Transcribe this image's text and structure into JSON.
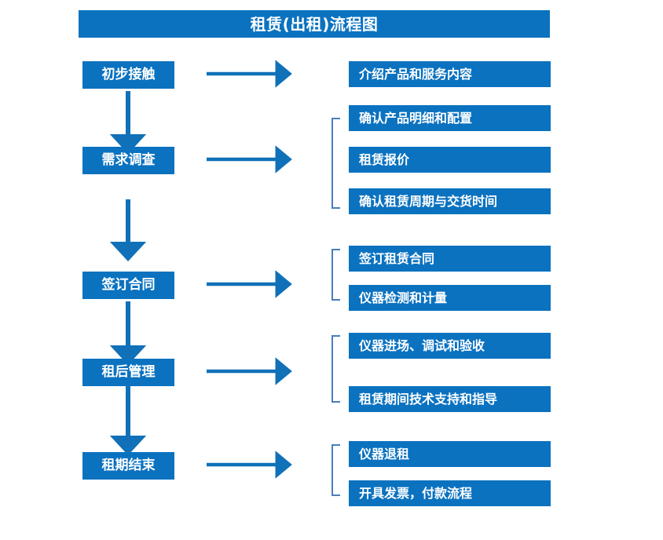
{
  "header": {
    "title": "租赁(出租)流程图"
  },
  "colors": {
    "box_fill": "#0b72c0",
    "box_text": "#ffffff",
    "arrow_vertical": "#1071b8",
    "arrow_horizontal": "#1071b8",
    "bracket": "#4a7ebb",
    "page_background": "#ffffff"
  },
  "flow": {
    "stages": [
      {
        "id": "stage-1",
        "label": "初步接触",
        "details": [
          "介绍产品和服务内容"
        ],
        "has_bracket": false,
        "has_arrow_to_details": true,
        "has_arrow_to_next": true
      },
      {
        "id": "stage-2",
        "label": "需求调查",
        "details": [
          "确认产品明细和配置",
          "租赁报价",
          "确认租赁周期与交货时间"
        ],
        "has_bracket": true,
        "has_arrow_to_details": true,
        "has_arrow_to_next": true
      },
      {
        "id": "stage-3",
        "label": "签订合同",
        "details": [
          "签订租赁合同",
          "仪器检测和计量"
        ],
        "has_bracket": true,
        "has_arrow_to_details": true,
        "has_arrow_to_next": true
      },
      {
        "id": "stage-4",
        "label": "租后管理",
        "details": [
          "仪器进场、调试和验收",
          "租赁期间技术支持和指导"
        ],
        "has_bracket": true,
        "has_arrow_to_details": true,
        "has_arrow_to_next": true
      },
      {
        "id": "stage-5",
        "label": "租期结束",
        "details": [
          "仪器退租",
          "开具发票，付款流程"
        ],
        "has_bracket": true,
        "has_arrow_to_details": true,
        "has_arrow_to_next": false
      }
    ]
  },
  "chart_data": {
    "type": "diagram",
    "title": "租赁(出租)流程图",
    "diagram_kind": "flowchart",
    "orientation": "vertical-with-branches",
    "nodes": [
      {
        "id": "stage-1",
        "level": "stage",
        "text": "初步接触"
      },
      {
        "id": "d-1-1",
        "level": "detail",
        "text": "介绍产品和服务内容",
        "parent": "stage-1"
      },
      {
        "id": "stage-2",
        "level": "stage",
        "text": "需求调查"
      },
      {
        "id": "d-2-1",
        "level": "detail",
        "text": "确认产品明细和配置",
        "parent": "stage-2"
      },
      {
        "id": "d-2-2",
        "level": "detail",
        "text": "租赁报价",
        "parent": "stage-2"
      },
      {
        "id": "d-2-3",
        "level": "detail",
        "text": "确认租赁周期与交货时间",
        "parent": "stage-2"
      },
      {
        "id": "stage-3",
        "level": "stage",
        "text": "签订合同"
      },
      {
        "id": "d-3-1",
        "level": "detail",
        "text": "签订租赁合同",
        "parent": "stage-3"
      },
      {
        "id": "d-3-2",
        "level": "detail",
        "text": "仪器检测和计量",
        "parent": "stage-3"
      },
      {
        "id": "stage-4",
        "level": "stage",
        "text": "租后管理"
      },
      {
        "id": "d-4-1",
        "level": "detail",
        "text": "仪器进场、调试和验收",
        "parent": "stage-4"
      },
      {
        "id": "d-4-2",
        "level": "detail",
        "text": "租赁期间技术支持和指导",
        "parent": "stage-4"
      },
      {
        "id": "stage-5",
        "level": "stage",
        "text": "租期结束"
      },
      {
        "id": "d-5-1",
        "level": "detail",
        "text": "仪器退租",
        "parent": "stage-5"
      },
      {
        "id": "d-5-2",
        "level": "detail",
        "text": "开具发票，付款流程",
        "parent": "stage-5"
      }
    ],
    "edges": [
      {
        "from": "stage-1",
        "to": "stage-2",
        "kind": "vertical-arrow"
      },
      {
        "from": "stage-2",
        "to": "stage-3",
        "kind": "vertical-arrow"
      },
      {
        "from": "stage-3",
        "to": "stage-4",
        "kind": "vertical-arrow"
      },
      {
        "from": "stage-4",
        "to": "stage-5",
        "kind": "vertical-arrow"
      },
      {
        "from": "stage-1",
        "to": "d-1-1",
        "kind": "horizontal-arrow"
      },
      {
        "from": "stage-2",
        "to": "d-2-1",
        "kind": "horizontal-arrow-bracket"
      },
      {
        "from": "stage-3",
        "to": "d-3-1",
        "kind": "horizontal-arrow-bracket"
      },
      {
        "from": "stage-4",
        "to": "d-4-1",
        "kind": "horizontal-arrow-bracket"
      },
      {
        "from": "stage-5",
        "to": "d-5-1",
        "kind": "horizontal-arrow-bracket"
      }
    ]
  }
}
